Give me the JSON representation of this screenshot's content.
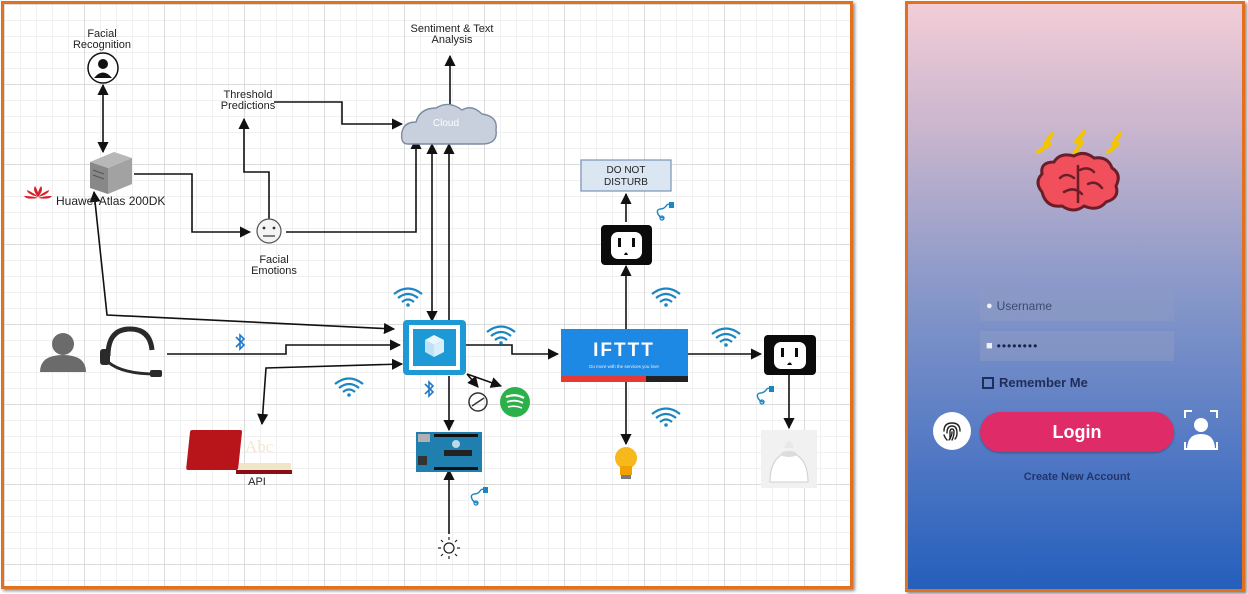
{
  "diagram": {
    "labels": {
      "facial_recognition": [
        "Facial",
        "Recognition"
      ],
      "sentiment": [
        "Sentiment & Text",
        "Analysis"
      ],
      "threshold": [
        "Threshold",
        "Predictions"
      ],
      "cloud": "Cloud",
      "huawei": "Huawei Atlas 200DK",
      "facial_emotions": [
        "Facial",
        "Emotions"
      ],
      "do_not_disturb": [
        "DO NOT",
        "DISTURB"
      ],
      "ifttt": "IFTTT",
      "ifttt_sub": "Do more with the services you love",
      "api": "API",
      "abc": "Abc"
    },
    "colors": {
      "frame": "#e2701f",
      "wifi": "#1c86c2",
      "bluetooth": "#1f78c8",
      "ifttt_blue": "#1e88e5",
      "spotify": "#2bb04a"
    }
  },
  "app": {
    "username_placeholder": "Username",
    "password_value": "••••••••",
    "remember_label": "Remember Me",
    "login_label": "Login",
    "create_account_label": "Create New Account"
  }
}
